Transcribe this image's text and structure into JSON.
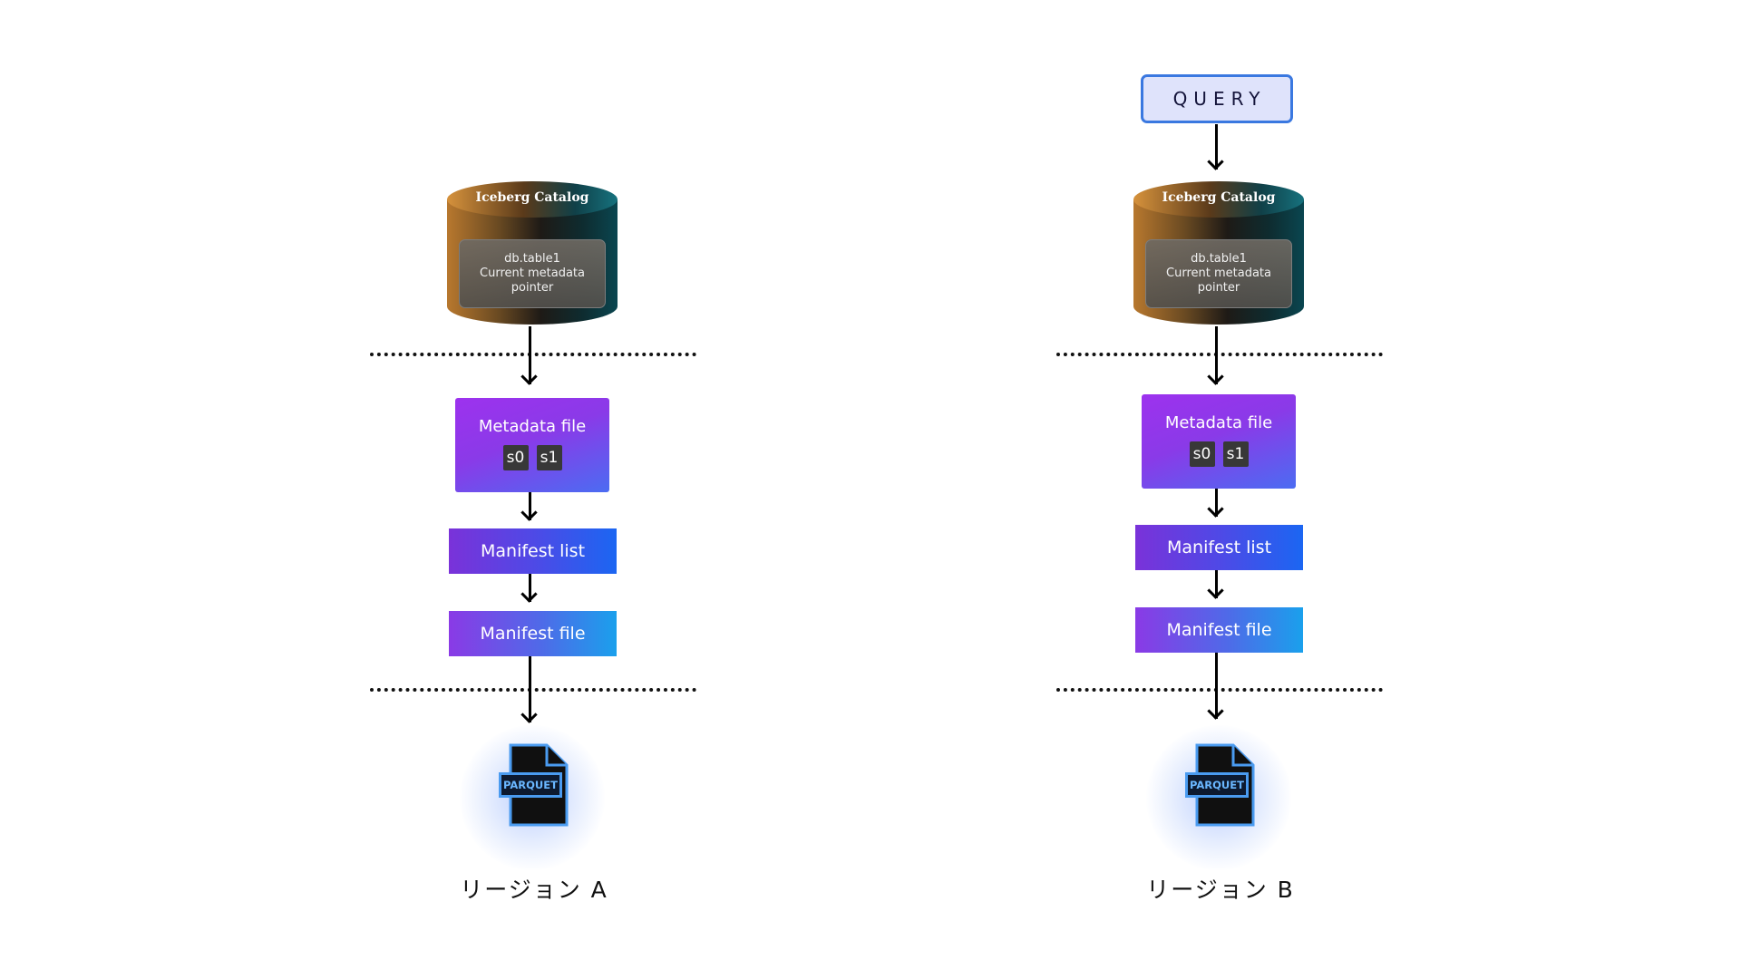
{
  "query": {
    "label": "QUERY"
  },
  "regions": [
    {
      "catalog_title": "Iceberg Catalog",
      "catalog_lines": [
        "db.table1",
        "Current metadata",
        "pointer"
      ],
      "metadata_label": "Metadata file",
      "snapshots": [
        "s0",
        "s1"
      ],
      "manifest_list": "Manifest list",
      "manifest_file": "Manifest file",
      "parquet": "PARQUET",
      "region_label": "リージョン A"
    },
    {
      "catalog_title": "Iceberg Catalog",
      "catalog_lines": [
        "db.table1",
        "Current metadata",
        "pointer"
      ],
      "metadata_label": "Metadata file",
      "snapshots": [
        "s0",
        "s1"
      ],
      "manifest_list": "Manifest list",
      "manifest_file": "Manifest file",
      "parquet": "PARQUET",
      "region_label": "リージョン B"
    }
  ],
  "colors": {
    "query_border": "#3a78e0",
    "query_fill": "#dfe3fb",
    "metadata_purple": "#9d32ee",
    "manifest_blue": "#1b66f2",
    "parquet_accent": "#4a9bf0"
  }
}
